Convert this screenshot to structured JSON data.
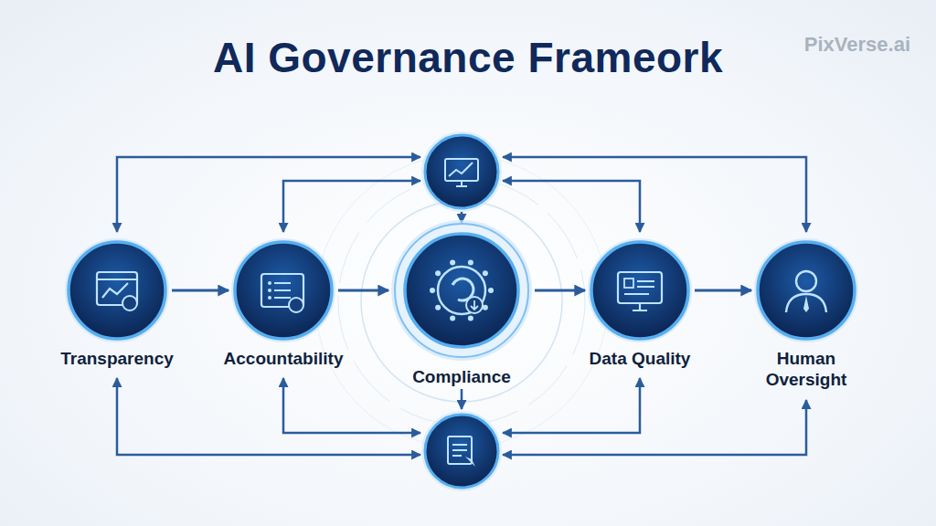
{
  "diagram": {
    "title": "AI Governance Frameork",
    "nodes": [
      {
        "text": [
          "Transparency"
        ]
      },
      {
        "text": [
          "Accountability"
        ]
      },
      {
        "text": [
          "Compliance"
        ]
      },
      {
        "text": [
          "Data Quality"
        ]
      },
      {
        "text": [
          "Human Oversight"
        ]
      }
    ],
    "edges": [
      {
        "from": 0,
        "to": 1,
        "arrow": "to"
      },
      {
        "from": 1,
        "to": 2,
        "arrow": "to"
      },
      {
        "from": 2,
        "to": 3,
        "arrow": "to"
      },
      {
        "from": 3,
        "to": 4,
        "arrow": "to"
      }
    ],
    "labels": [
      "PixVerse.ai"
    ]
  }
}
